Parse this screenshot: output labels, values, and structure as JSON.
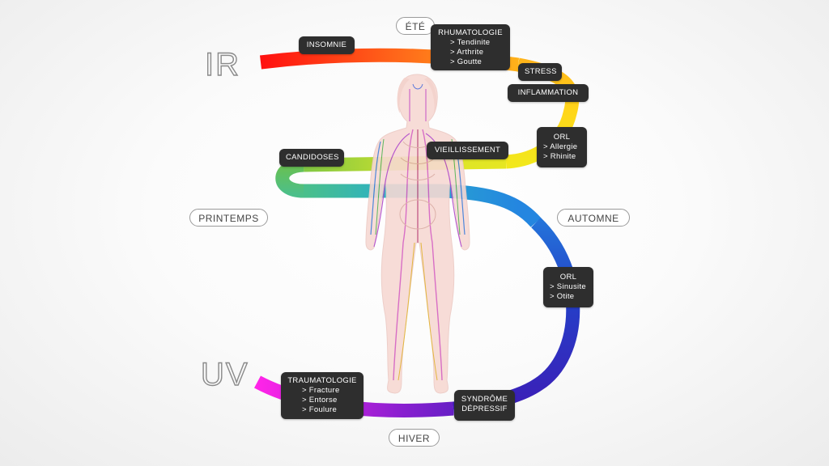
{
  "spectrum_labels": {
    "ir": "IR",
    "uv": "UV"
  },
  "seasons": {
    "summer": "ÉTÉ",
    "spring": "PRINTEMPS",
    "autumn": "AUTOMNE",
    "winter": "HIVER"
  },
  "tags": {
    "insomnie": {
      "title": "INSOMNIE"
    },
    "rhumatologie": {
      "title": "RHUMATOLOGIE",
      "items": [
        "> Tendinite",
        "> Arthrite",
        "> Goutte"
      ]
    },
    "stress": {
      "title": "STRESS"
    },
    "inflammation": {
      "title": "INFLAMMATION"
    },
    "orl_top": {
      "title": "ORL",
      "items": [
        "> Allergie",
        "> Rhinite"
      ]
    },
    "vieillissement": {
      "title": "VIEILLISSEMENT"
    },
    "candidoses": {
      "title": "CANDIDOSES"
    },
    "orl_bottom": {
      "title": "ORL",
      "items": [
        "> Sinusite",
        "> Otite"
      ]
    },
    "traumatologie": {
      "title": "TRAUMATOLOGIE",
      "items": [
        "> Fracture",
        "> Entorse",
        "> Foulure"
      ]
    },
    "syndrome": {
      "title": "SYNDRÔME",
      "title2": "DÉPRESSIF"
    }
  },
  "colors": {
    "ir": "#ff1a1a",
    "orange": "#ff8a1a",
    "yellow": "#f5e61c",
    "green": "#6cc04a",
    "cyan": "#26a6e0",
    "blue": "#2438c8",
    "violet": "#8a1fd0",
    "uv": "#ff24e8"
  }
}
